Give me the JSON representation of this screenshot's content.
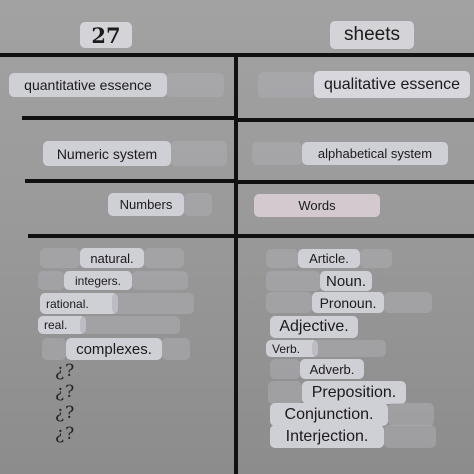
{
  "header": {
    "left_label": "27",
    "right_label": "sheets"
  },
  "row1": {
    "left": "quantitative essence",
    "right": "qualitative essence"
  },
  "row2": {
    "left": "Numeric system",
    "right": "alphabetical system"
  },
  "row3": {
    "left": "Numbers",
    "right": "Words"
  },
  "left_list": [
    "natural.",
    "integers.",
    "rational.",
    "real.",
    "complexes."
  ],
  "question_marks": [
    "¿?",
    "¿?",
    "¿?",
    "¿?"
  ],
  "right_list": [
    "Article.",
    "Noun.",
    "Pronoun.",
    "Adjective.",
    "Verb.",
    "Adverb.",
    "Preposition.",
    "Conjunction.",
    "Interjection."
  ]
}
